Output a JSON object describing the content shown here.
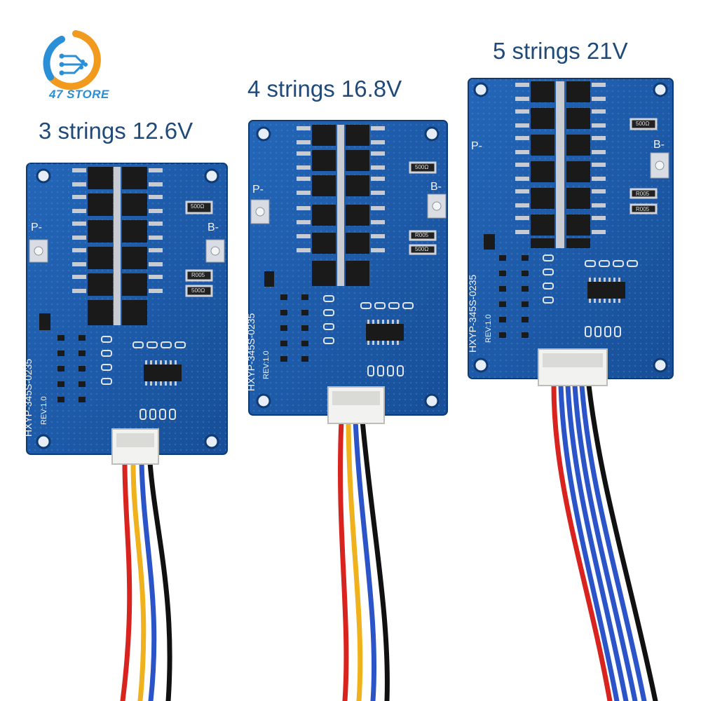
{
  "store": {
    "name": "47 STORE",
    "icon": "store-logo-icon",
    "accent": "#2a8fd6",
    "orange": "#f29a1e"
  },
  "labels": {
    "three": "3 strings 12.6V",
    "four": "4 strings 16.8V",
    "five": "5 strings 21V"
  },
  "boards": [
    {
      "model": "HXYP-345S-0235",
      "rev": "REV:1.0",
      "pad_left": "P-",
      "pad_right": "B-",
      "res1": "500Ω",
      "res2": "R005",
      "res3": "500Ω"
    },
    {
      "model": "HXYP-345S-0235",
      "rev": "REV:1.0",
      "pad_left": "P-",
      "pad_right": "B-",
      "res1": "500Ω",
      "res2": "R005",
      "res3": "500Ω"
    },
    {
      "model": "HXYP-345S-0235",
      "rev": "REV:1.0",
      "pad_left": "P-",
      "pad_right": "B-",
      "res1": "500Ω",
      "res2": "R005",
      "res3": "R005"
    }
  ],
  "colors": {
    "pcb": "#1e5aa8",
    "pcb_dark": "#15427e",
    "mosfet": "#1a1a1a",
    "wire_red": "#d8231e",
    "wire_yellow": "#f0b21c",
    "wire_blue": "#2a54c8",
    "wire_black": "#111111"
  }
}
